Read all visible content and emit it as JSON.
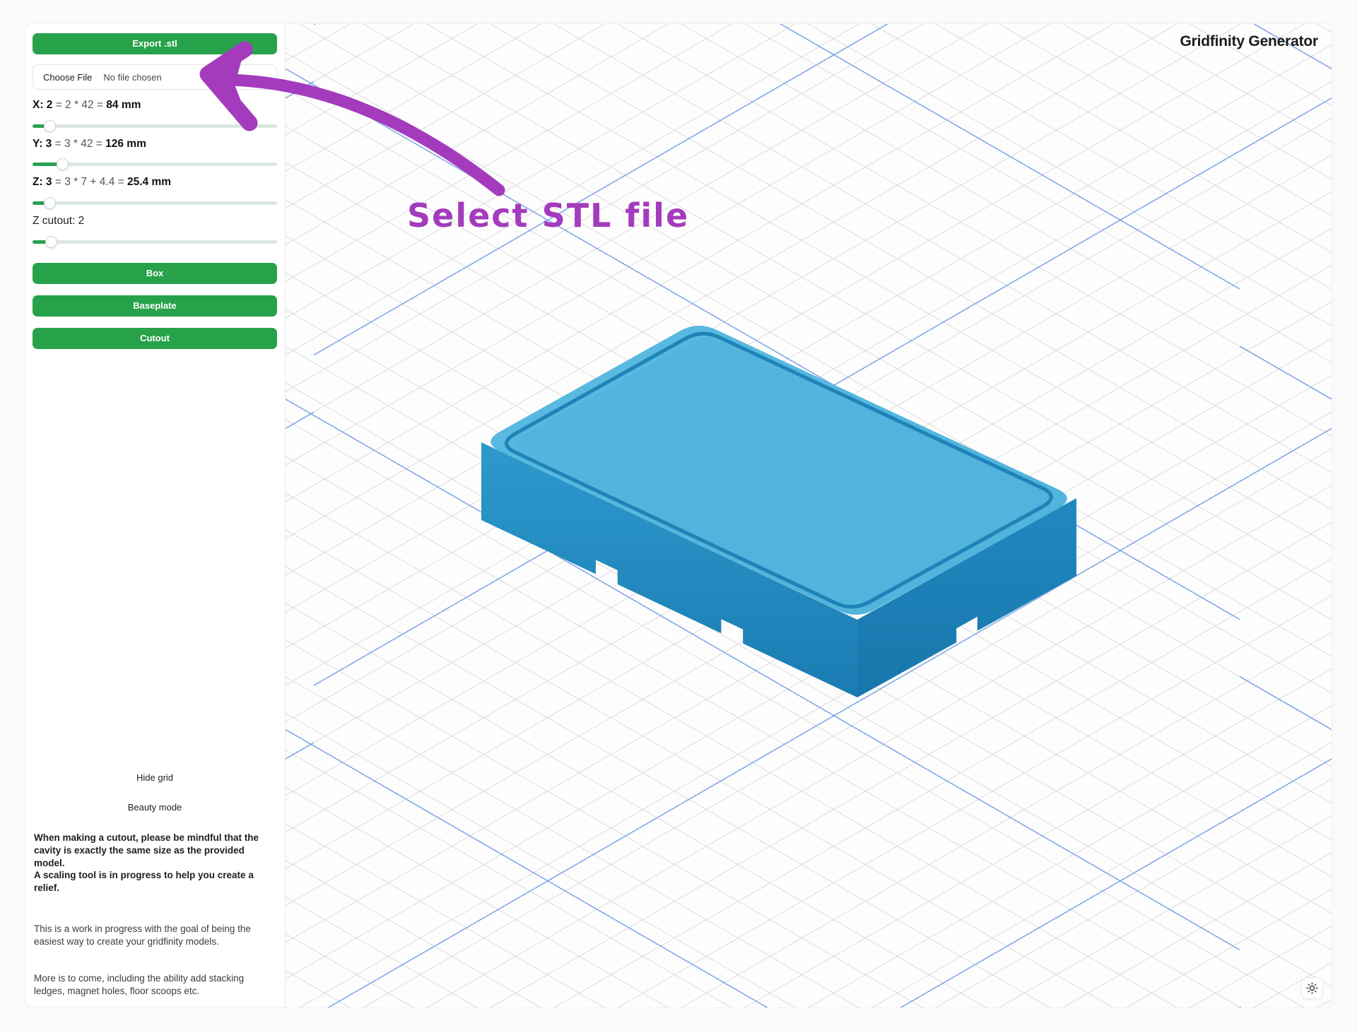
{
  "app": {
    "title": "Gridfinity Generator"
  },
  "colors": {
    "accent_green": "#27a24b",
    "annotation_purple": "#a43bbd",
    "grid_minor": "#dbdbdb",
    "grid_major": "#729ee2",
    "box_top": "#56b7df",
    "box_rim_groove": "#1a7fb4",
    "box_left_wall": "#2494c8",
    "box_right_wall": "#1c81b8"
  },
  "sidebar": {
    "export_label": "Export .stl",
    "file_input": {
      "button_label": "Choose File",
      "status": "No file chosen"
    },
    "sliders": [
      {
        "id": "x",
        "prefix": "X: 2",
        "formula": " = 2 * 42 = ",
        "result": "84 mm",
        "percent": 7
      },
      {
        "id": "y",
        "prefix": "Y: 3",
        "formula": " = 3 * 42 = ",
        "result": "126 mm",
        "percent": 12
      },
      {
        "id": "z",
        "prefix": "Z: 3",
        "formula": " = 3 * 7 + 4.4 = ",
        "result": "25.4 mm",
        "percent": 7
      },
      {
        "id": "z_cutout",
        "prefix": "Z cutout: 2",
        "formula": "",
        "result": "",
        "percent": 7.5
      }
    ],
    "buttons": [
      {
        "label": "Box"
      },
      {
        "label": "Baseplate"
      },
      {
        "label": "Cutout"
      }
    ],
    "toggles": [
      {
        "label": "Hide grid"
      },
      {
        "label": "Beauty mode"
      }
    ],
    "notes": [
      {
        "text": "When making a cutout, please be mindful that the cavity is exactly the same size as the provided model.\nA scaling tool is in progress to help you create a relief.",
        "bold": true
      },
      {
        "text": "This is a work in progress with the goal of being the easiest way to create your gridfinity models.",
        "bold": false
      },
      {
        "text": "More is to come, including the ability add stacking ledges, magnet holes, floor scoops etc.",
        "bold": false
      }
    ]
  },
  "viewport": {
    "annotation": "Select STL file",
    "theme_toggle_icon": "sun-icon"
  }
}
